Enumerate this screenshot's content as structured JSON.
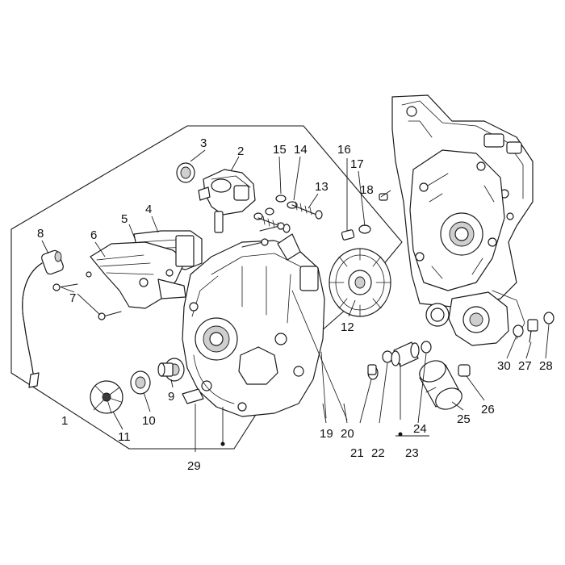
{
  "labels": [
    {
      "id": "1",
      "text": "1"
    },
    {
      "id": "2",
      "text": "2"
    },
    {
      "id": "3",
      "text": "3"
    },
    {
      "id": "4",
      "text": "4"
    },
    {
      "id": "5",
      "text": "5"
    },
    {
      "id": "6",
      "text": "6"
    },
    {
      "id": "7",
      "text": "7"
    },
    {
      "id": "8",
      "text": "8"
    },
    {
      "id": "9",
      "text": "9"
    },
    {
      "id": "10",
      "text": "10"
    },
    {
      "id": "11",
      "text": "11"
    },
    {
      "id": "12",
      "text": "12"
    },
    {
      "id": "13",
      "text": "13"
    },
    {
      "id": "14",
      "text": "14"
    },
    {
      "id": "15",
      "text": "15"
    },
    {
      "id": "16",
      "text": "16"
    },
    {
      "id": "17",
      "text": "17"
    },
    {
      "id": "18",
      "text": "18"
    },
    {
      "id": "19",
      "text": "19"
    },
    {
      "id": "20",
      "text": "20"
    },
    {
      "id": "21",
      "text": "21"
    },
    {
      "id": "22",
      "text": "22"
    },
    {
      "id": "23",
      "text": "23"
    },
    {
      "id": "24",
      "text": "24"
    },
    {
      "id": "25",
      "text": "25"
    },
    {
      "id": "26",
      "text": "26"
    },
    {
      "id": "27",
      "text": "27"
    },
    {
      "id": "28",
      "text": "28"
    },
    {
      "id": "29",
      "text": "29"
    },
    {
      "id": "30",
      "text": "30"
    }
  ],
  "colors": {
    "line": "#1a1a1a",
    "background": "#ffffff",
    "shade": "#cfcfcf"
  }
}
